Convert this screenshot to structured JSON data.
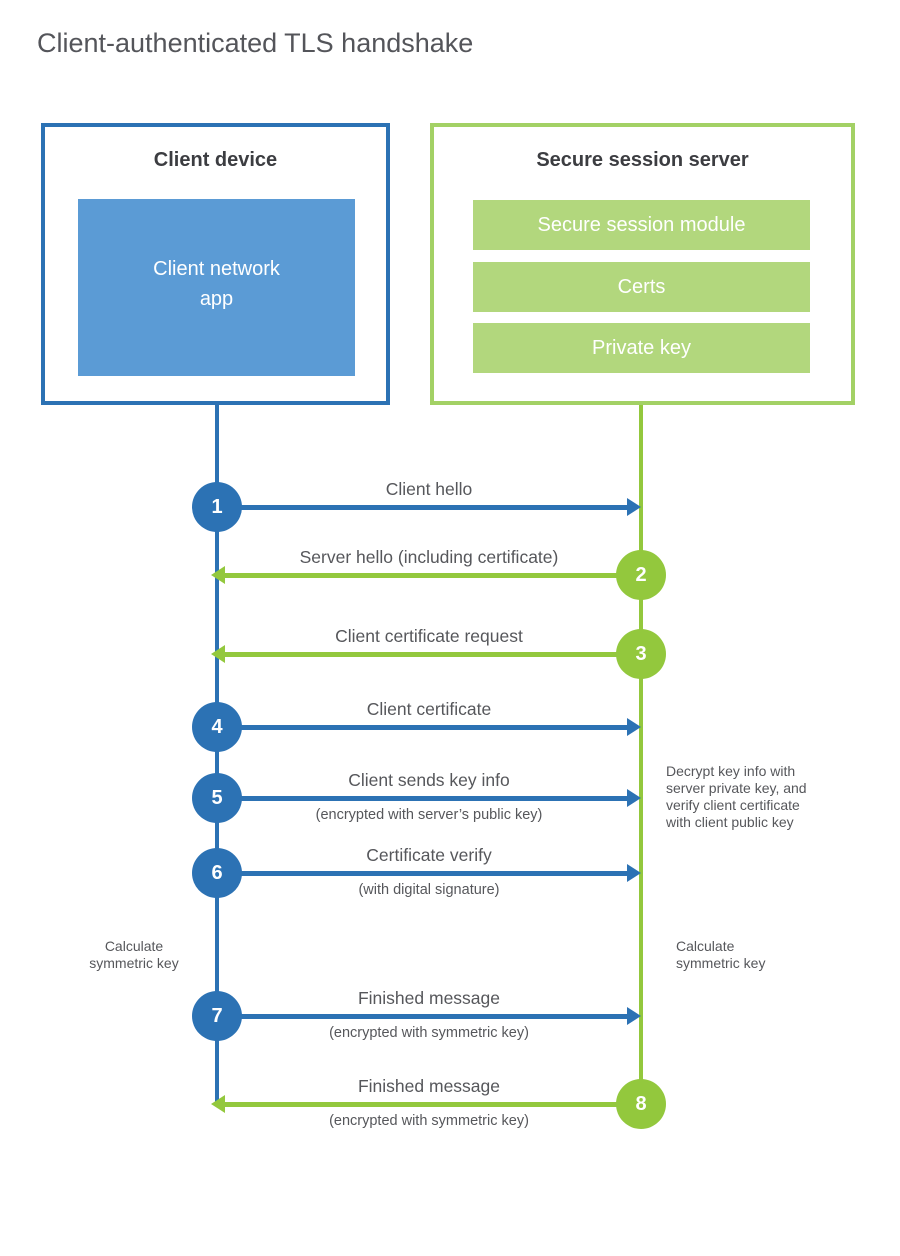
{
  "page_title": "Client-authenticated TLS handshake",
  "client_box": {
    "title": "Client device",
    "app": {
      "line1": "Client network",
      "line2": "app"
    }
  },
  "server_box": {
    "title": "Secure session server",
    "modules": [
      "Secure session module",
      "Certs",
      "Private key"
    ]
  },
  "steps": [
    {
      "num": "1",
      "from": "client",
      "direction": "right",
      "label": "Client hello",
      "sub": ""
    },
    {
      "num": "2",
      "from": "server",
      "direction": "left",
      "label": "Server hello (including certificate)",
      "sub": ""
    },
    {
      "num": "3",
      "from": "server",
      "direction": "left",
      "label": "Client certificate request",
      "sub": ""
    },
    {
      "num": "4",
      "from": "client",
      "direction": "right",
      "label": "Client certificate",
      "sub": ""
    },
    {
      "num": "5",
      "from": "client",
      "direction": "right",
      "label": "Client sends key info",
      "sub": "(encrypted with server’s public key)"
    },
    {
      "num": "6",
      "from": "client",
      "direction": "right",
      "label": "Certificate verify",
      "sub": "(with digital signature)"
    },
    {
      "num": "7",
      "from": "client",
      "direction": "right",
      "label": "Finished message",
      "sub": "(encrypted with symmetric key)"
    },
    {
      "num": "8",
      "from": "server",
      "direction": "left",
      "label": "Finished message",
      "sub": "(encrypted with symmetric key)"
    }
  ],
  "annotations": {
    "decrypt_note_lines": [
      "Decrypt key info with",
      "server private key, and",
      "verify client certificate",
      "with client public key"
    ],
    "calc_left_lines": [
      "Calculate",
      "symmetric key"
    ],
    "calc_right_lines": [
      "Calculate",
      "symmetric key"
    ]
  },
  "colors": {
    "blue": "#2c72b4",
    "blue_light": "#5b9bd5",
    "green": "#93c83d",
    "green_border": "#a3d165",
    "green_bar": "#b2d77d",
    "label_text": "#56575b",
    "heading_text": "#3c3d41",
    "title_text": "#54555a"
  }
}
